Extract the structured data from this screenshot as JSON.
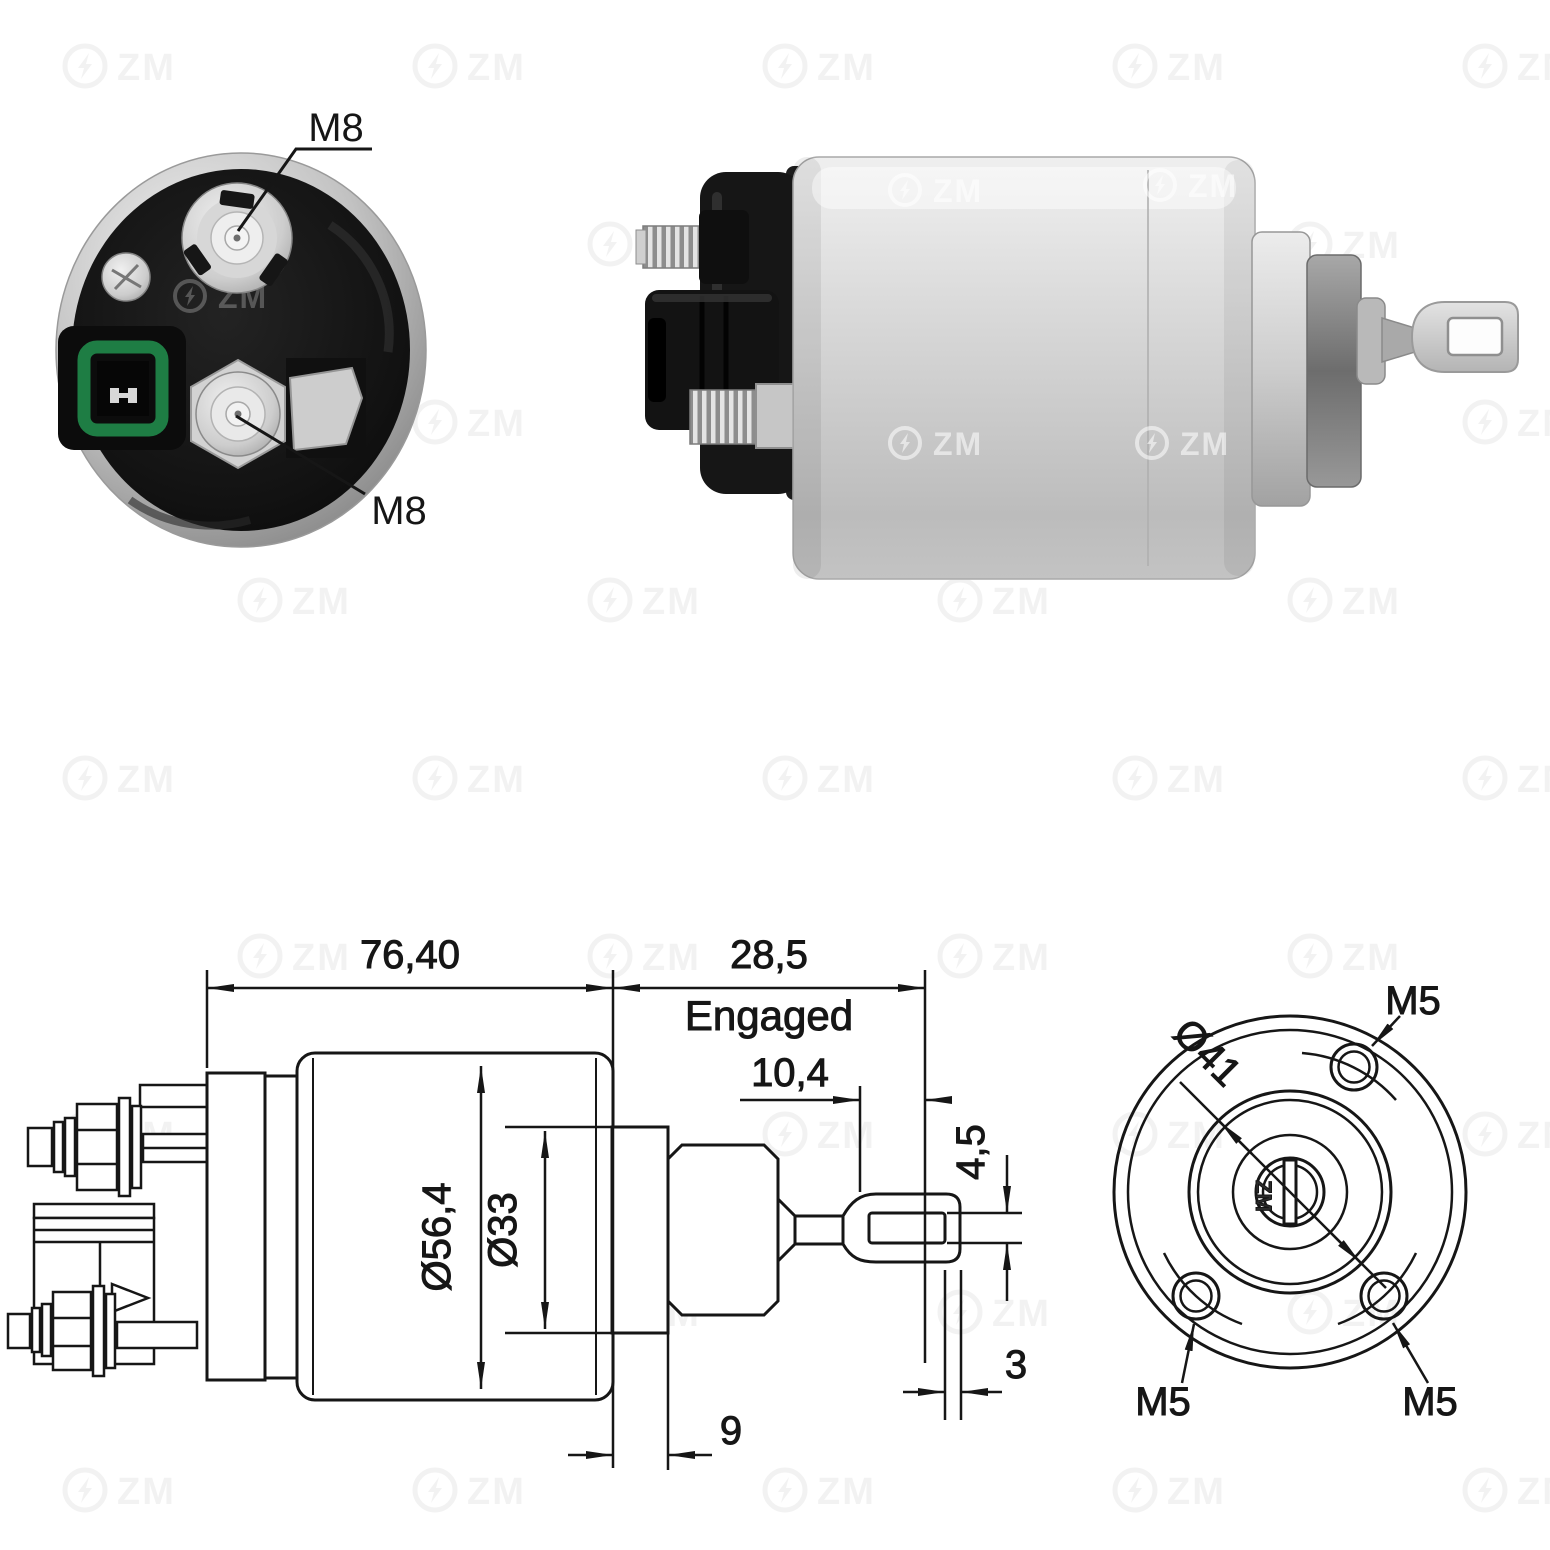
{
  "watermark": {
    "text": "ZM"
  },
  "rear_view_photo": {
    "terminal_labels": [
      "M8",
      "M8"
    ]
  },
  "side_view_drawing": {
    "overall_length": "76,40",
    "engaged_length": "28,5",
    "engaged_caption": "Engaged",
    "plunger_travel": "10,4",
    "eye_slot_height": "4,5",
    "body_diameter": "Ø56,4",
    "front_diameter": "Ø33",
    "tip_width": "3",
    "flange_width": "9"
  },
  "front_view_drawing": {
    "bolt_circle_diameter": "Ø41",
    "bolt_labels": [
      "M5",
      "M5",
      "M5"
    ]
  },
  "colors": {
    "line": "#161616",
    "connector_green": "#1e7d44",
    "metal_light": "#ededed",
    "metal_dark": "#8f8f8f"
  }
}
